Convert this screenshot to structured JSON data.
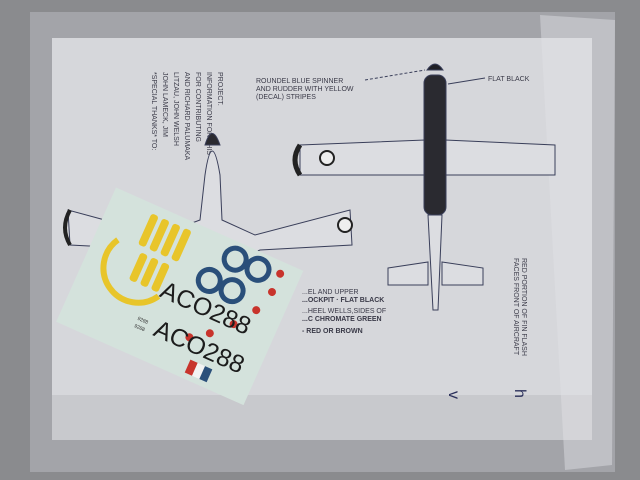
{
  "instructions": {
    "roundel_note": [
      "ROUNDEL BLUE SPINNER",
      "AND RUDDER WITH YELLOW",
      "(DECAL) STRIPES"
    ],
    "flat_black_note": "FLAT BLACK",
    "color_notes": [
      "...EL AND UPPER",
      "...OCKPIT · FLAT BLACK",
      "...HEEL WELLS,SIDES OF",
      "...C CHROMATE GREEN",
      "- RED OR BROWN"
    ],
    "fin_flash_note": [
      "RED PORTION OF FIN FLASH",
      "FACES FRONT OF AIRCRAFT"
    ],
    "special_thanks": [
      "*SPECIAL THANKS* TO:",
      "JOHN LAMECK, JIM",
      "LITZAU, JOHN WELSH",
      "AND RICHARD PALUMAKA",
      "FOR CONTRIBUTING",
      "INFORMATION FOR THIS",
      "PROJECT."
    ],
    "page_letters": [
      "v",
      "h"
    ]
  },
  "decal_sheet": {
    "codes": [
      "ACO288",
      "ACO288"
    ],
    "small_numbers": [
      "9288",
      "9288"
    ],
    "colors": {
      "yellow": "#e8c52a",
      "blue": "#2a4f7a",
      "red": "#c8342c",
      "black": "#1c1c1c",
      "film": "#d4e2dc"
    }
  },
  "colors": {
    "background": "#8a8b8e",
    "paper": "#d6d7db",
    "ink": "#3a3f5a"
  }
}
